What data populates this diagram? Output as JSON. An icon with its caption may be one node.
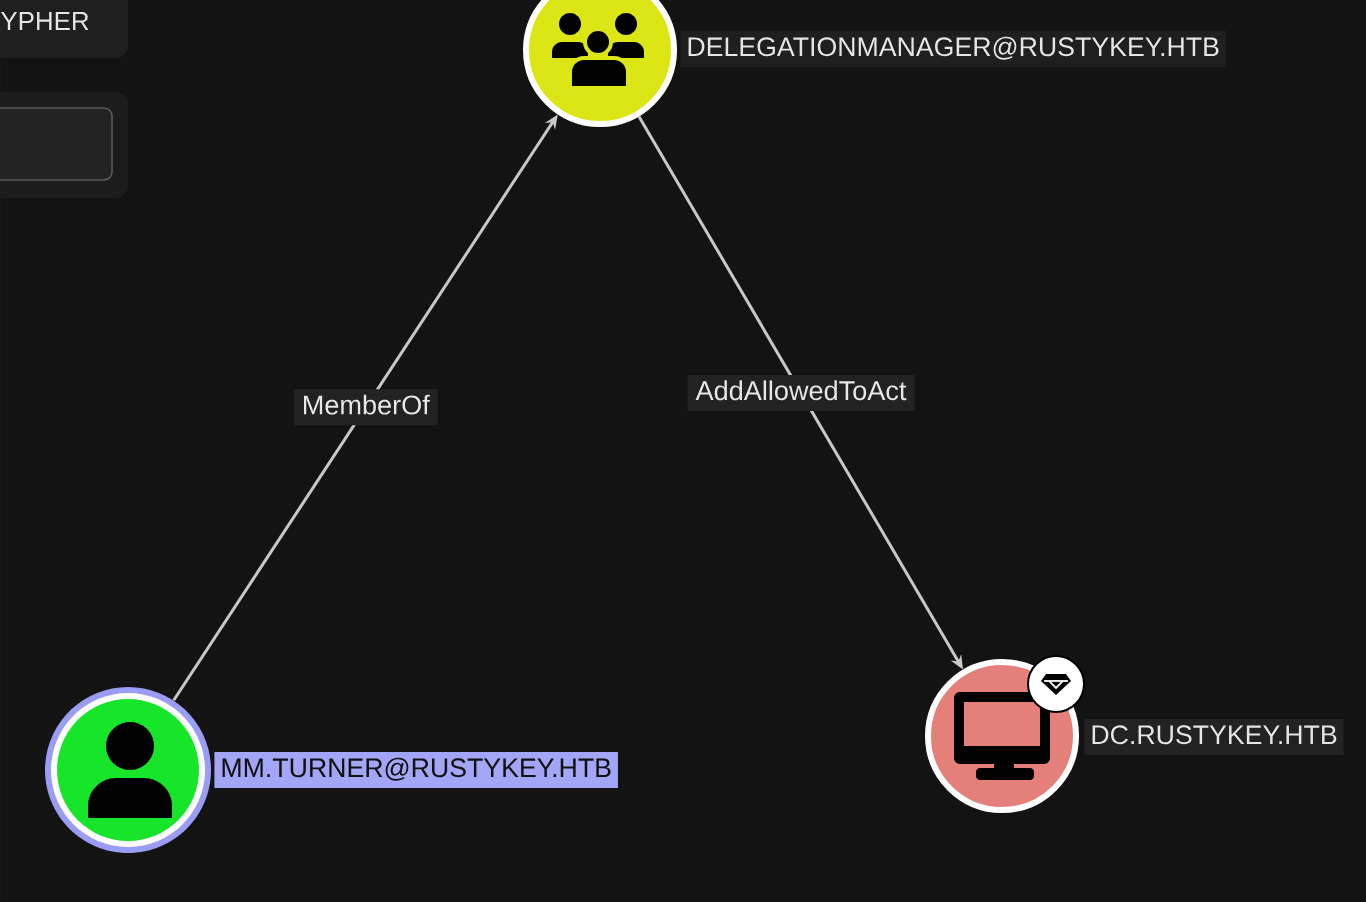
{
  "diagram": {
    "nodes": [
      {
        "text": [
          "DELEGATIONMANAGER@RUSTYKEY.HTB"
        ]
      },
      {
        "text": [
          "MM.TURNER@RUSTYKEY.HTB"
        ]
      },
      {
        "text": [
          "DC.RUSTYKEY.HTB"
        ]
      }
    ],
    "edges": [
      {
        "from": 1,
        "to": 0,
        "arrow": "to",
        "label": "MemberOf"
      },
      {
        "from": 0,
        "to": 2,
        "arrow": "to",
        "label": "AddAllowedToAct"
      }
    ],
    "labels": [
      "YPHER"
    ]
  }
}
